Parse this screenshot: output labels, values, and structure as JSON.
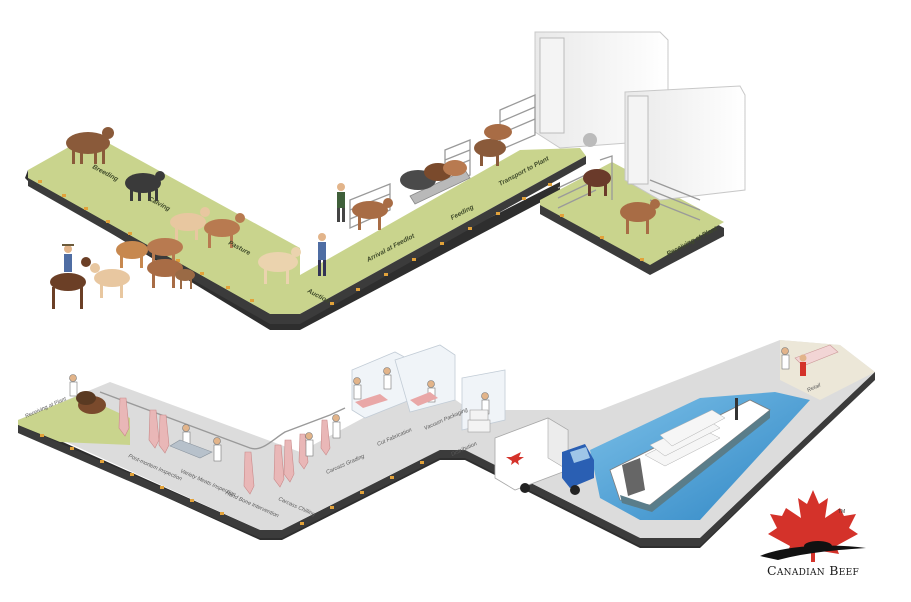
{
  "stages_top": [
    {
      "id": "breeding",
      "label": "Breeding"
    },
    {
      "id": "calving",
      "label": "Calving"
    },
    {
      "id": "pasture",
      "label": "Pasture"
    },
    {
      "id": "auction",
      "label": "Auction"
    },
    {
      "id": "arrival-feedlot",
      "label": "Arrival at Feedlot"
    },
    {
      "id": "feeding",
      "label": "Feeding"
    },
    {
      "id": "transport",
      "label": "Transport to Plant"
    },
    {
      "id": "receiving",
      "label": "Receiving at Plant"
    }
  ],
  "stages_bottom": [
    {
      "id": "receiving-pen",
      "label": "Receiving at Plant"
    },
    {
      "id": "post-mortem",
      "label": "Post-mortem Inspection"
    },
    {
      "id": "variety-meats",
      "label": "Variety Meats Inspection"
    },
    {
      "id": "hand-bone",
      "label": "Hand Bone Intervention"
    },
    {
      "id": "carcass-chilling",
      "label": "Carcass Chilling"
    },
    {
      "id": "carcass-grading",
      "label": "Carcass Grading"
    },
    {
      "id": "cut-fabrication",
      "label": "Cut Fabrication"
    },
    {
      "id": "vacuum-packaging",
      "label": "Vacuum Packaging"
    },
    {
      "id": "distribution",
      "label": "Distribution"
    },
    {
      "id": "retail",
      "label": "Retail"
    }
  ],
  "brand": {
    "name": "Canadian Beef",
    "tm": "TM"
  },
  "colors": {
    "platform_green": "#c9d48d",
    "platform_grey": "#d9d9d9",
    "platform_edge": "#3b3b3b",
    "water": "#5aa8d8",
    "maple_red": "#d4322a",
    "truck_blue": "#2a5fb3"
  }
}
